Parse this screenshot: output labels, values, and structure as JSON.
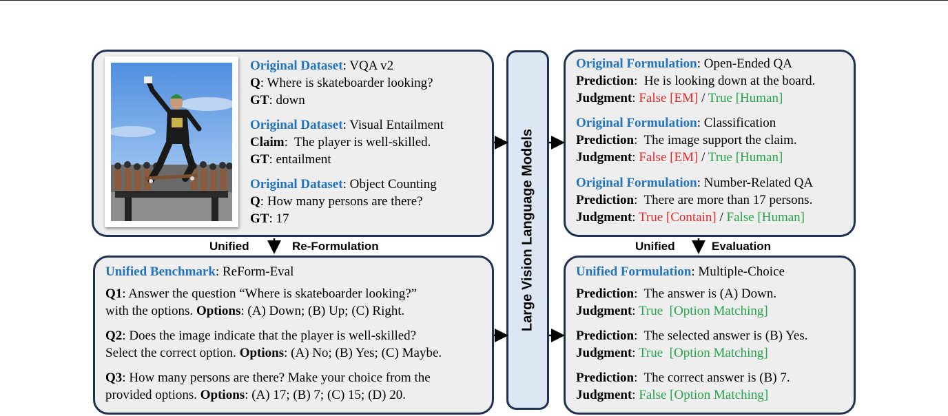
{
  "top_left": {
    "items": [
      {
        "label": "Original Dataset",
        "name": "VQA v2",
        "lines": [
          {
            "key": "Q",
            "text": "Where is skateboarder looking?"
          },
          {
            "key": "GT",
            "text": "down"
          }
        ]
      },
      {
        "label": "Original Dataset",
        "name": "Visual Entailment",
        "lines": [
          {
            "key": "Claim",
            "text": "The player is well-skilled."
          },
          {
            "key": "GT",
            "text": "entailment"
          }
        ]
      },
      {
        "label": "Original Dataset",
        "name": "Object Counting",
        "lines": [
          {
            "key": "Q",
            "text": "How many persons are there?"
          },
          {
            "key": "GT",
            "text": "17"
          }
        ]
      }
    ]
  },
  "top_right": {
    "items": [
      {
        "label": "Original Formulation",
        "name": "Open-Ended QA",
        "prediction_key": "Prediction",
        "prediction": "He is looking down at the board.",
        "judgment_key": "Judgment",
        "judgment_a": "False [EM]",
        "sep": " / ",
        "judgment_b": "True [Human]"
      },
      {
        "label": "Original Formulation",
        "name": "Classification",
        "prediction_key": "Prediction",
        "prediction": "The image support the claim.",
        "judgment_key": "Judgment",
        "judgment_a": "False [EM]",
        "sep": " / ",
        "judgment_b": "True [Human]"
      },
      {
        "label": "Original Formulation",
        "name": "Number-Related QA",
        "prediction_key": "Prediction",
        "prediction": "There are more than 17 persons.",
        "judgment_key": "Judgment",
        "judgment_a": "True [Contain]",
        "sep": " / ",
        "judgment_b": "False [Human]"
      }
    ]
  },
  "left_arrow_label": {
    "a": "Unified",
    "b": "Re-Formulation"
  },
  "right_arrow_label": {
    "a": "Unified",
    "b": "Evaluation"
  },
  "center_label": "Large Vision Language Models",
  "bottom_left": {
    "label": "Unified Benchmark",
    "name": "ReForm-Eval",
    "questions": [
      {
        "key": "Q1",
        "line1": "Answer the question “Where is skateboarder looking?”",
        "line2_pre": "with the options.",
        "options_key": "Options",
        "line2_post": "(A) Down; (B) Up; (C) Right."
      },
      {
        "key": "Q2",
        "line1": "Does the image indicate that the player is well-skilled?",
        "line2_pre": "Select the correct option.",
        "options_key": "Options",
        "line2_post": "(A) No; (B) Yes; (C) Maybe."
      },
      {
        "key": "Q3",
        "line1": "How many persons are there? Make your choice from the",
        "line2_pre": "provided options.",
        "options_key": "Options",
        "line2_post": "(A) 17; (B) 7; (C) 15; (D) 20."
      }
    ]
  },
  "bottom_right": {
    "label": "Unified Formulation",
    "name": "Multiple-Choice",
    "items": [
      {
        "prediction_key": "Prediction",
        "prediction": "The answer is (A) Down.",
        "judgment_key": "Judgment",
        "judgment": "True  [Option Matching]"
      },
      {
        "prediction_key": "Prediction",
        "prediction": "The selected answer is (B) Yes.",
        "judgment_key": "Judgment",
        "judgment": "True  [Option Matching]"
      },
      {
        "prediction_key": "Prediction",
        "prediction": "The correct answer is (B) 7.",
        "judgment_key": "Judgment",
        "judgment": "False [Option Matching]"
      }
    ]
  },
  "colors": {
    "accent_blue": "#2273bd",
    "false_red": "#e42a2a",
    "true_green": "#24a34a",
    "border": "#1f3050",
    "box_fill": "#eeeeee",
    "model_fill": "#dde6f3"
  }
}
